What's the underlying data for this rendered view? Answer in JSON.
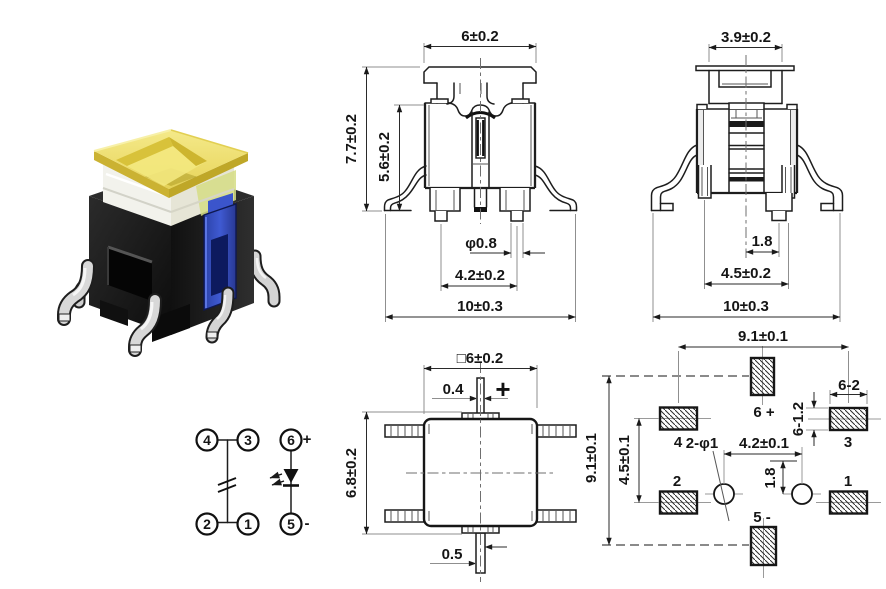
{
  "title": "Illuminated tactile switch technical drawing",
  "colors": {
    "background": "#ffffff",
    "line": "#1d1d1d",
    "cap_yellow": "#ecd84d",
    "cap_yellow_dark": "#cdb32f",
    "body_black": "#1b1b1b",
    "clip_blue": "#3952c3",
    "plunger_white": "#f3f3ef",
    "lead_silver": "#d7d7d7"
  },
  "photo": {
    "description": "illuminated tact switch with yellow cap"
  },
  "front_view": {
    "cap_width": "6±0.2",
    "total_height": "7.7±0.2",
    "body_height": "5.6±0.2",
    "led_pin_dia": "φ0.8",
    "led_pin_pitch": "4.2±0.2",
    "overall_width": "10±0.3"
  },
  "side_view": {
    "stem_width": "3.9±0.2",
    "led_pin_offset": "1.8",
    "contact_pitch": "4.5±0.2",
    "overall_width": "10±0.3"
  },
  "top_view": {
    "body_square": "□6±0.2",
    "top_pin_width": "0.4",
    "polarity_plus": "+",
    "height_with_tabs": "6.8±0.2",
    "bottom_pin_width": "0.5"
  },
  "schematic": {
    "pin4": "4",
    "pin3": "3",
    "pin2": "2",
    "pin1": "1",
    "pin6": "6",
    "pin5": "5",
    "plus": "+",
    "minus": "-"
  },
  "pcb": {
    "pad_pitch_h": "9.1±0.1",
    "pad_pitch_v": "9.1±0.1",
    "switch_pad_pitch": "4.5±0.1",
    "pad_width": "6-2",
    "pad_height": "6-1.2",
    "hole_callout": "2-φ1",
    "hole_pitch": "4.2±0.1",
    "hole_offset": "1.8",
    "pad6_label": "6 +",
    "pad3_label": "3",
    "pad4_label": "4",
    "pad2_label": "2",
    "pad1_label": "1",
    "pad5_label": "5 -"
  }
}
